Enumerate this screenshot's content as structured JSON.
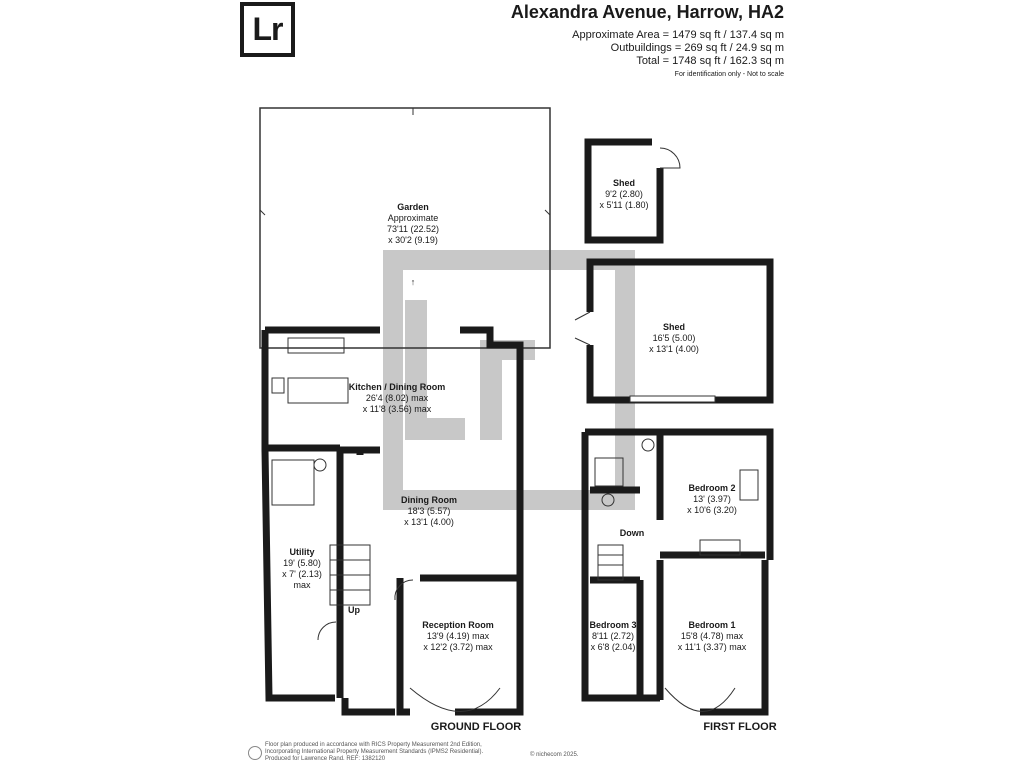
{
  "logo": {
    "text": "Lr"
  },
  "header": {
    "address": "Alexandra Avenue, Harrow, HA2",
    "approx_area": "Approximate Area = 1479 sq ft / 137.4 sq m",
    "outbuildings": "Outbuildings = 269 sq ft / 24.9 sq m",
    "total": "Total = 1748 sq ft / 162.3 sq m",
    "note": "For identification only - Not to scale"
  },
  "rooms": {
    "garden": {
      "name": "Garden",
      "l1": "Approximate",
      "l2": "73'11 (22.52)",
      "l3": "x 30'2 (9.19)"
    },
    "shed_small": {
      "name": "Shed",
      "l1": "9'2 (2.80)",
      "l2": "x 5'11 (1.80)"
    },
    "shed_large": {
      "name": "Shed",
      "l1": "16'5 (5.00)",
      "l2": "x 13'1 (4.00)"
    },
    "kitchen": {
      "name": "Kitchen / Dining Room",
      "l1": "26'4 (8.02) max",
      "l2": "x 11'8 (3.56) max"
    },
    "dining": {
      "name": "Dining Room",
      "l1": "18'3 (5.57)",
      "l2": "x 13'1 (4.00)"
    },
    "utility": {
      "name": "Utility",
      "l1": "19' (5.80)",
      "l2": "x 7' (2.13)",
      "l3": "max"
    },
    "reception": {
      "name": "Reception Room",
      "l1": "13'9 (4.19) max",
      "l2": "x 12'2 (3.72) max"
    },
    "bedroom1": {
      "name": "Bedroom 1",
      "l1": "15'8 (4.78) max",
      "l2": "x 11'1 (3.37) max"
    },
    "bedroom2": {
      "name": "Bedroom 2",
      "l1": "13' (3.97)",
      "l2": "x 10'6 (3.20)"
    },
    "bedroom3": {
      "name": "Bedroom 3",
      "l1": "8'11 (2.72)",
      "l2": "x 6'8 (2.04)"
    }
  },
  "stairs": {
    "up": "Up",
    "down": "Down"
  },
  "floors": {
    "ground": "GROUND FLOOR",
    "first": "FIRST FLOOR"
  },
  "watermark": {
    "text": "Lr"
  },
  "footer": {
    "line1": "Floor plan produced in accordance with RICS Property Measurement 2nd Edition,",
    "line2": "Incorporating International Property Measurement Standards (IPMS2 Residential).",
    "line3": "Produced for Lawrence Rand.   REF: 1382120",
    "credit": "© nichecom 2025."
  },
  "colors": {
    "wall": "#1a1a1a",
    "watermark": "#c8c8c8"
  }
}
